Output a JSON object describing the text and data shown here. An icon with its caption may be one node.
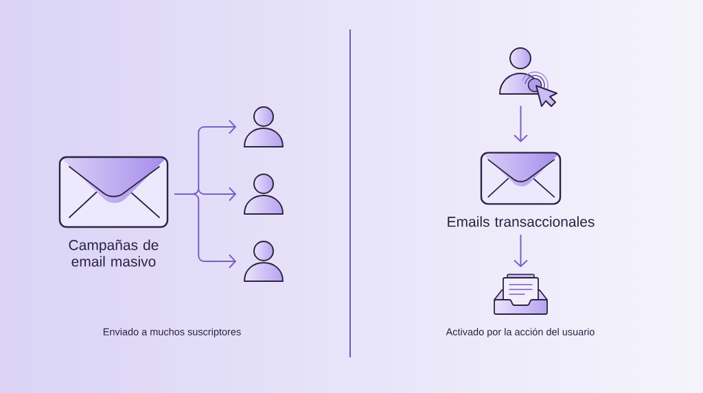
{
  "diagram": {
    "nodes": [
      {
        "text": [],
        "shape": "picture",
        "beside": [
          "Campañas de email masivo"
        ]
      },
      {
        "text": [],
        "shape": "person"
      },
      {
        "text": [],
        "shape": "person"
      },
      {
        "text": [],
        "shape": "person"
      },
      {
        "text": [],
        "shape": "picture"
      },
      {
        "text": [],
        "shape": "picture",
        "beside": [
          "Emails transaccionales"
        ]
      },
      {
        "text": [],
        "shape": "picture"
      }
    ],
    "edges": [
      {
        "from": 0,
        "to": 1,
        "arrow": "to"
      },
      {
        "from": 0,
        "to": 2,
        "arrow": "to"
      },
      {
        "from": 0,
        "to": 3,
        "arrow": "to"
      },
      {
        "from": 4,
        "to": 5,
        "arrow": "to"
      },
      {
        "from": 5,
        "to": 6,
        "arrow": "to"
      }
    ],
    "labels": [
      "Enviado a muchos suscriptores",
      "Activado por la acción del usuario"
    ]
  }
}
